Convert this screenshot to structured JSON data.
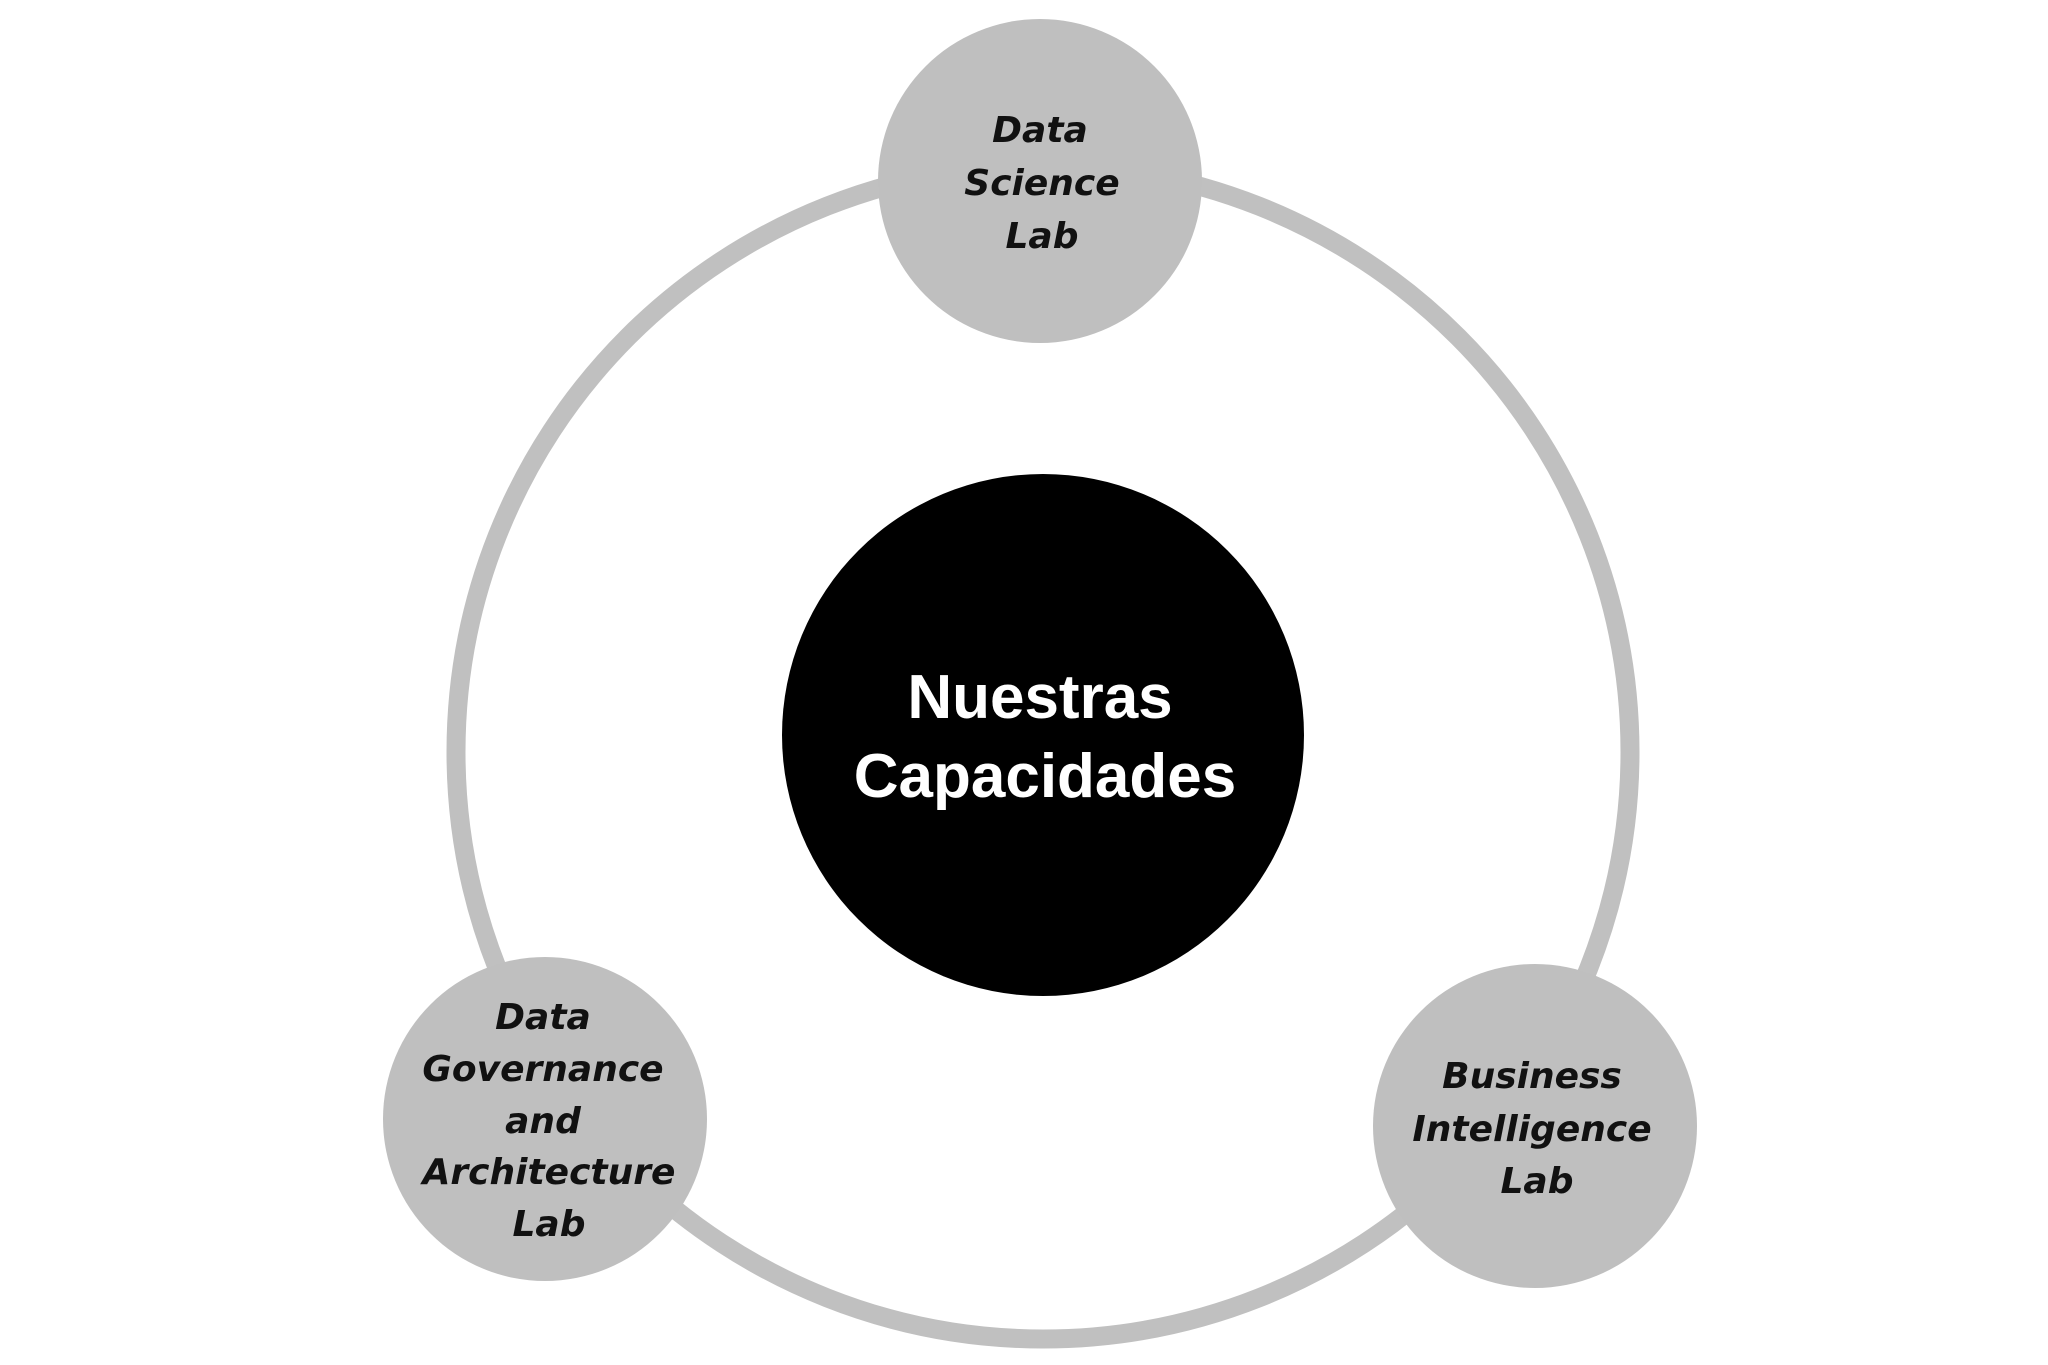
{
  "colors": {
    "ring": "#c0c0c0",
    "node_fill": "#bfbfbf",
    "center_fill": "#000000",
    "center_text": "#ffffff",
    "node_text": "#111111"
  },
  "center": {
    "lines": [
      "Nuestras",
      "Capacidades"
    ]
  },
  "nodes": [
    {
      "id": "data-science-lab",
      "lines": [
        "Data",
        "Science",
        "Lab"
      ]
    },
    {
      "id": "data-governance-lab",
      "lines": [
        "Data",
        "Governance",
        "and",
        "Architecture",
        "Lab"
      ]
    },
    {
      "id": "business-intelligence-lab",
      "lines": [
        "Business",
        "Intelligence",
        "Lab"
      ]
    }
  ]
}
